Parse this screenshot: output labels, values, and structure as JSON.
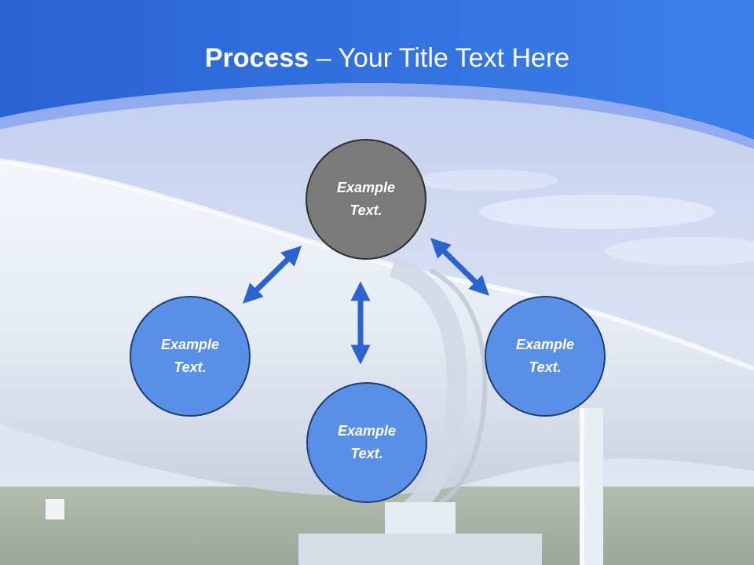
{
  "slide": {
    "title_bold": "Process",
    "title_rest": " – Your Title Text Here"
  },
  "diagram": {
    "center_node": "Example Text.",
    "left_node": "Example Text.",
    "bottom_node": "Example Text.",
    "right_node": "Example Text."
  },
  "colors": {
    "header_blue": "#2f6fd6",
    "node_blue": "#5a8fe8",
    "node_gray": "#7a7a7a",
    "arrow_blue": "#2b63cf"
  }
}
